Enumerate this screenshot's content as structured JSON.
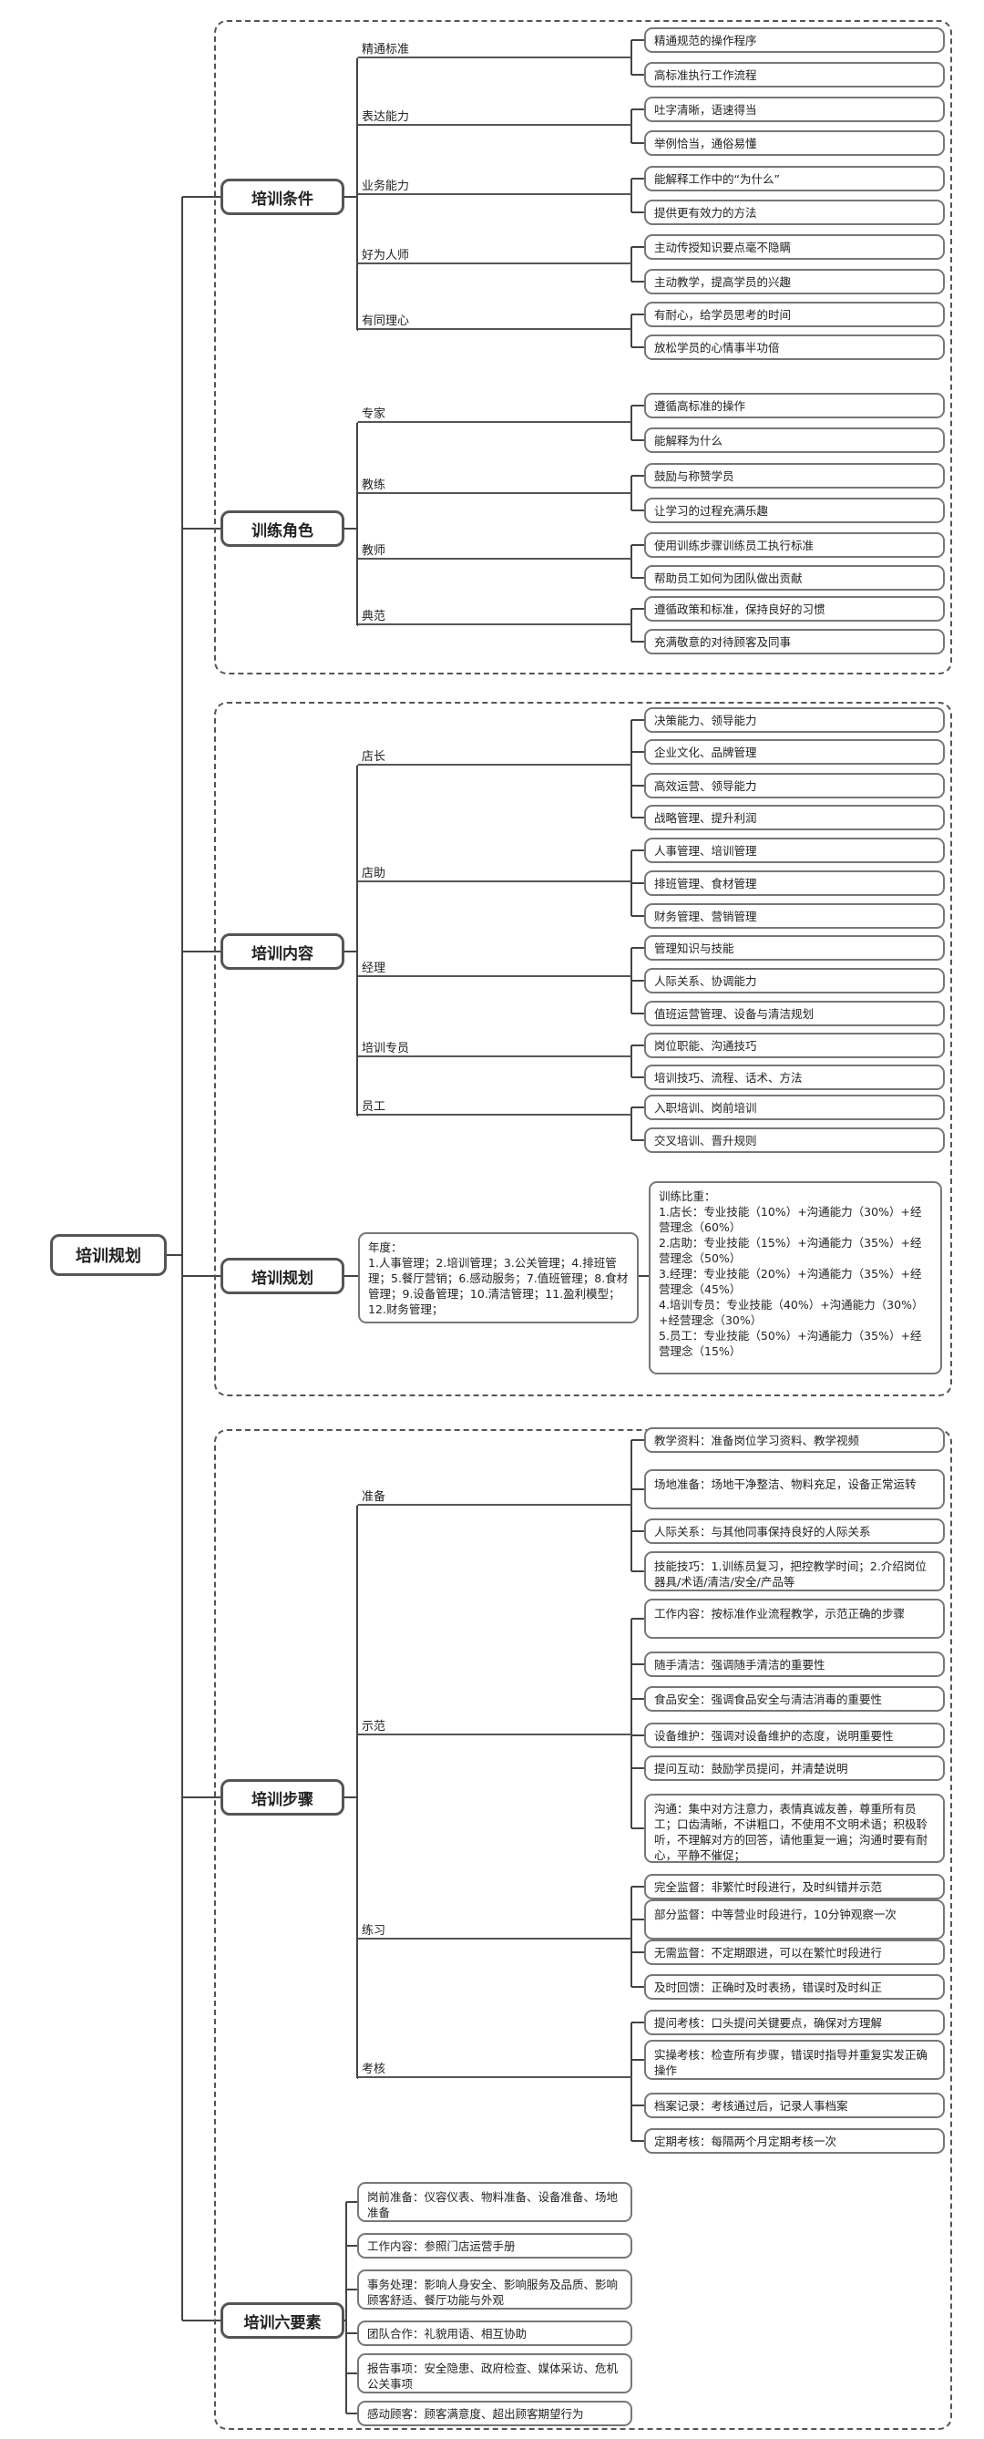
{
  "root": "培训规划",
  "sections": [
    {
      "title": "培训条件",
      "groups": [
        {
          "label": "精通标准",
          "items": [
            "精通规范的操作程序",
            "高标准执行工作流程"
          ]
        },
        {
          "label": "表达能力",
          "items": [
            "吐字清晰，语速得当",
            "举例恰当，通俗易懂"
          ]
        },
        {
          "label": "业务能力",
          "items": [
            "能解释工作中的“为什么”",
            "提供更有效力的方法"
          ]
        },
        {
          "label": "好为人师",
          "items": [
            "主动传授知识要点毫不隐瞒",
            "主动教学，提高学员的兴趣"
          ]
        },
        {
          "label": "有同理心",
          "items": [
            "有耐心，给学员思考的时间",
            "放松学员的心情事半功倍"
          ]
        }
      ]
    },
    {
      "title": "训练角色",
      "groups": [
        {
          "label": "专家",
          "items": [
            "遵循高标准的操作",
            "能解释为什么"
          ]
        },
        {
          "label": "教练",
          "items": [
            "鼓励与称赞学员",
            "让学习的过程充满乐趣"
          ]
        },
        {
          "label": "教师",
          "items": [
            "使用训练步骤训练员工执行标准",
            "帮助员工如何为团队做出贡献"
          ]
        },
        {
          "label": "典范",
          "items": [
            "遵循政策和标准，保持良好的习惯",
            "充满敬意的对待顾客及同事"
          ]
        }
      ]
    },
    {
      "title": "培训内容",
      "groups": [
        {
          "label": "店长",
          "items": [
            "决策能力、领导能力",
            "企业文化、品牌管理",
            "高效运营、领导能力",
            "战略管理、提升利润"
          ]
        },
        {
          "label": "店助",
          "items": [
            "人事管理、培训管理",
            "排班管理、食材管理",
            "财务管理、营销管理"
          ]
        },
        {
          "label": "经理",
          "items": [
            "管理知识与技能",
            "人际关系、协调能力",
            "值班运营管理、设备与清洁规划"
          ]
        },
        {
          "label": "培训专员",
          "items": [
            "岗位职能、沟通技巧",
            "培训技巧、流程、话术、方法"
          ]
        },
        {
          "label": "员工",
          "items": [
            "入职培训、岗前培训",
            "交叉培训、晋升规则"
          ]
        }
      ]
    },
    {
      "title": "培训规划",
      "year_plan": "年度：\n1.人事管理；2.培训管理；3.公关管理；4.排班管理；5.餐厅营销；6.感动服务；7.值班管理；8.食材管理；9.设备管理；10.清洁管理；11.盈利模型；12.财务管理；",
      "ratio": "训练比重：\n1.店长：专业技能（10%）+沟通能力（30%）+经营理念（60%）\n2.店助：专业技能（15%）+沟通能力（35%）+经营理念（50%）\n3.经理：专业技能（20%）+沟通能力（35%）+经营理念（45%）\n4.培训专员：专业技能（40%）+沟通能力（30%）+经营理念（30%）\n5.员工：专业技能（50%）+沟通能力（35%）+经营理念（15%）"
    },
    {
      "title": "培训步骤",
      "groups": [
        {
          "label": "准备",
          "items": [
            "教学资料：准备岗位学习资料、教学视频",
            "场地准备：场地干净整洁、物料充足，设备正常运转",
            "人际关系：与其他同事保持良好的人际关系",
            "技能技巧：1.训练员复习，把控教学时间；2.介绍岗位器具/术语/清洁/安全/产品等"
          ]
        },
        {
          "label": "示范",
          "items": [
            "工作内容：按标准作业流程教学，示范正确的步骤",
            "随手清洁：强调随手清洁的重要性",
            "食品安全：强调食品安全与清洁消毒的重要性",
            "设备维护：强调对设备维护的态度，说明重要性",
            "提问互动：鼓励学员提问，并清楚说明",
            "沟通：集中对方注意力，表情真诚友善，尊重所有员工；口齿清晰，不讲粗口，不使用不文明术语；积极聆听，不理解对方的回答，请他重复一遍；沟通时要有耐心，平静不催促；"
          ]
        },
        {
          "label": "练习",
          "items": [
            "完全监督：非繁忙时段进行，及时纠错并示范",
            "部分监督：中等营业时段进行，10分钟观察一次",
            "无需监督：不定期跟进，可以在繁忙时段进行",
            "及时回馈：正确时及时表扬，错误时及时纠正"
          ]
        },
        {
          "label": "考核",
          "items": [
            "提问考核：口头提问关键要点，确保对方理解",
            "实操考核：检查所有步骤，错误时指导并重复实发正确操作",
            "档案记录：考核通过后，记录人事档案",
            "定期考核：每隔两个月定期考核一次"
          ]
        }
      ]
    },
    {
      "title": "培训六要素",
      "items": [
        "岗前准备：仪容仪表、物料准备、设备准备、场地准备",
        "工作内容：参照门店运营手册",
        "事务处理：影响人身安全、影响服务及品质、影响顾客舒适、餐厅功能与外观",
        "团队合作：礼貌用语、相互协助",
        "报告事项：安全隐患、政府检查、媒体采访、危机公关事项",
        "感动顾客：顾客满意度、超出顾客期望行为"
      ]
    }
  ]
}
